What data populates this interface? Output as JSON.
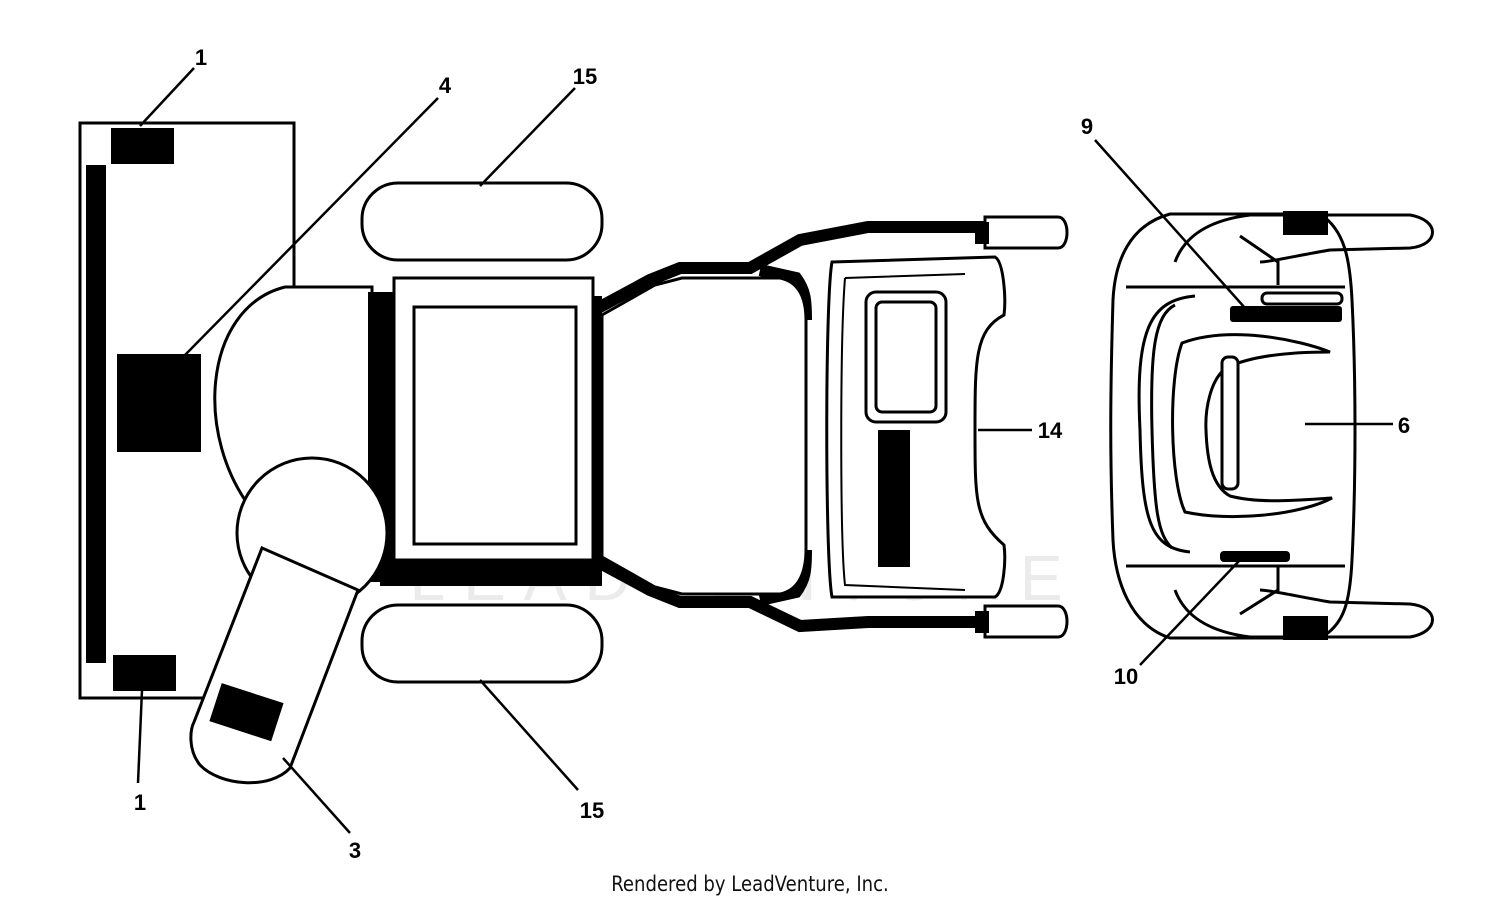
{
  "diagram": {
    "callouts": {
      "c1_top": "1",
      "c1_bottom": "1",
      "c3": "3",
      "c4": "4",
      "c15_top": "15",
      "c15_bottom": "15",
      "c14": "14",
      "c9": "9",
      "c6": "6",
      "c10": "10"
    },
    "watermark": "LEADVENTURE"
  },
  "footer": {
    "credit": "Rendered by LeadVenture, Inc."
  }
}
